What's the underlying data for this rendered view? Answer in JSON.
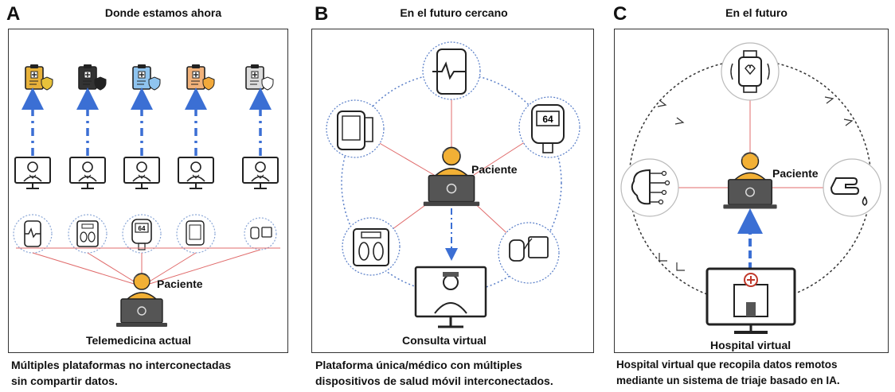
{
  "panels": [
    {
      "letter": "A",
      "title": "Donde estamos ahora",
      "patient_label": "Paciente",
      "bottom_label": "Telemedicina actual",
      "caption_line1": "Múltiples plataformas no interconectadas",
      "caption_line2": "sin compartir datos."
    },
    {
      "letter": "B",
      "title": "En el futuro cercano",
      "patient_label": "Paciente",
      "bottom_label": "Consulta virtual",
      "caption_line1": "Plataforma única/médico con múltiples",
      "caption_line2": "dispositivos de salud móvil interconectados."
    },
    {
      "letter": "C",
      "title": "En el futuro",
      "patient_label": "Paciente",
      "bottom_label": "Hospital virtual",
      "caption_line1": "Hospital virtual que recopila datos remotos",
      "caption_line2": "mediante un sistema de triaje basado en IA."
    }
  ],
  "device_readout": "64",
  "colors": {
    "arrow_blue": "#3b6fd4",
    "link_red": "#e06b6b",
    "ring_blue": "#5a7fc8",
    "patient_skin": "#f2b035",
    "laptop_gray": "#555555"
  }
}
